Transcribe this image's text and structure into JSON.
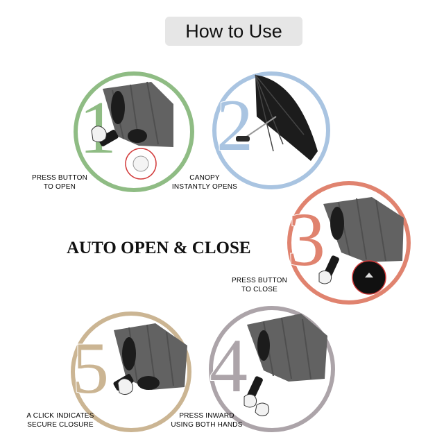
{
  "header": {
    "title": "How to Use"
  },
  "headline": "AUTO OPEN & CLOSE",
  "colors": {
    "step1": "#8fbc84",
    "step2": "#a9c4e1",
    "step3": "#e0836f",
    "step4": "#aca4a9",
    "step5": "#cbb593",
    "canopy": "#626262",
    "canopy_dark": "#1c1c1c"
  },
  "steps": [
    {
      "number": "1",
      "icon": "umbrella-folded-icon",
      "caption": [
        "PRESS BUTTON",
        "TO OPEN"
      ]
    },
    {
      "number": "2",
      "icon": "umbrella-open-icon",
      "caption": [
        "CANOPY",
        "INSTANTLY OPENS"
      ]
    },
    {
      "number": "3",
      "icon": "umbrella-folded-icon",
      "caption": [
        "PRESS BUTTON",
        "TO CLOSE"
      ]
    },
    {
      "number": "4",
      "icon": "umbrella-folded-icon",
      "caption": [
        "PRESS INWARD",
        "USING BOTH HANDS"
      ]
    },
    {
      "number": "5",
      "icon": "umbrella-folded-icon",
      "caption": [
        "A CLICK INDICATES",
        "SECURE CLOSURE"
      ]
    }
  ]
}
